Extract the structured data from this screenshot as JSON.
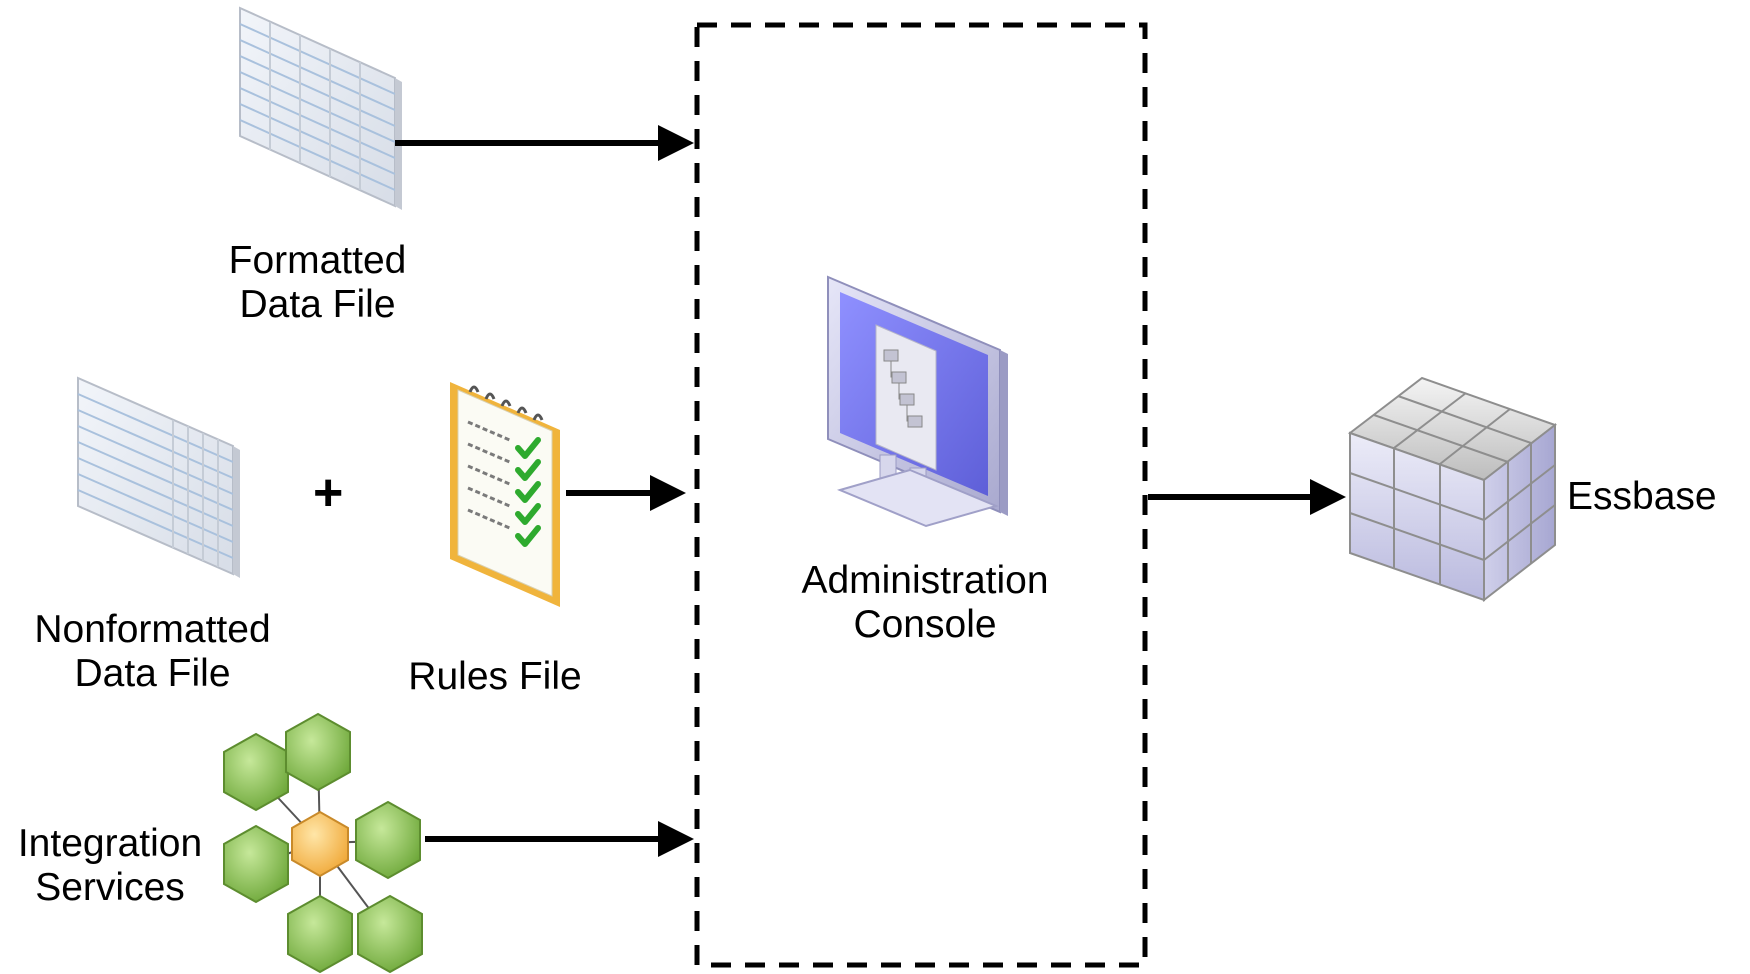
{
  "labels": {
    "formatted": [
      "Formatted",
      "Data File"
    ],
    "nonformatted": [
      "Nonformatted",
      "Data File"
    ],
    "rules": "Rules File",
    "integration": [
      "Integration",
      "Services"
    ],
    "admin": [
      "Administration",
      "Console"
    ],
    "essbase": "Essbase",
    "plus": "+"
  },
  "icons": {
    "formatted_file": "spreadsheet-icon",
    "nonformatted_file": "spreadsheet-icon",
    "rules_file": "checklist-notepad-icon",
    "integration_services": "hexagon-network-icon",
    "admin_console": "monitor-icon",
    "essbase": "cube-icon"
  },
  "colors": {
    "arrow": "#000000",
    "monitor_screen": "#7b7cf0",
    "cube_face": "#c9c9e6",
    "hexagon_green": "#8cc454",
    "hexagon_orange": "#f4b24a",
    "notepad_border": "#f0b43c",
    "check_green": "#2eaa2e"
  }
}
